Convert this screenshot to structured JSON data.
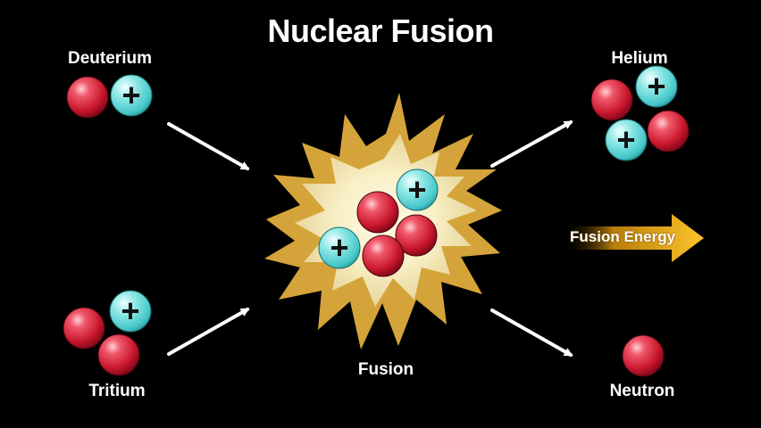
{
  "title": "Nuclear Fusion",
  "labels": {
    "deuterium": "Deuterium",
    "tritium": "Tritium",
    "helium": "Helium",
    "neutron": "Neutron",
    "fusion": "Fusion",
    "energy": "Fusion Energy"
  },
  "particles": {
    "proton_symbol": "+",
    "neutron_color": "#d8223a",
    "proton_color": "#5fd6d6"
  },
  "colors": {
    "background": "#000000",
    "burst_outer": "#d9a53a",
    "burst_inner": "#f7f0cc",
    "energy_arrow": "#f2b21b",
    "arrows": "#ffffff"
  }
}
